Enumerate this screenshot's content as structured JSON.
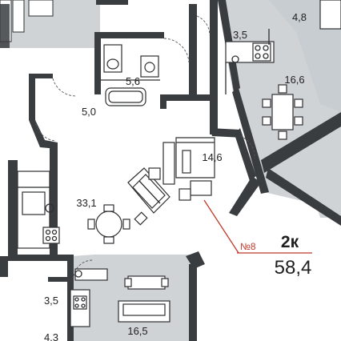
{
  "apartment": {
    "number": "№8",
    "type": "2к",
    "area": "58,4",
    "accent_color": "#c0392b"
  },
  "rooms": [
    {
      "area": "3,5"
    },
    {
      "area": "4,8"
    },
    {
      "area": "5,6"
    },
    {
      "area": "5,0"
    },
    {
      "area": "16,6"
    },
    {
      "area": "14,6"
    },
    {
      "area": "33,1"
    },
    {
      "area": "3,5"
    },
    {
      "area": "16,5"
    },
    {
      "area": "4,3"
    }
  ]
}
